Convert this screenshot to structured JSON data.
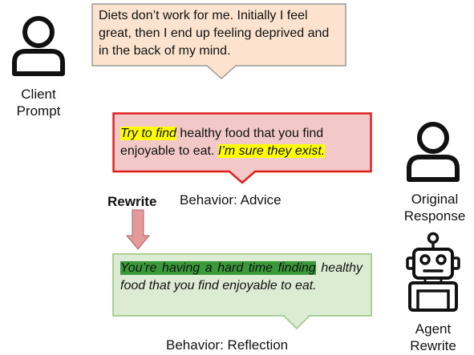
{
  "client": {
    "icon": "person-icon",
    "label_line1": "Client",
    "label_line2": "Prompt",
    "prompt_text": "Diets don’t work for me. Initially I feel great, then I end up feeling deprived and in the back of my mind."
  },
  "original": {
    "icon": "person-icon",
    "label_line1": "Original",
    "label_line2": "Response",
    "highlight1": "Try to find",
    "middle": " healthy food that you find enjoyable to eat. ",
    "highlight2": "I’m sure they exist.",
    "behavior": "Behavior: Advice"
  },
  "rewrite": {
    "label": "Rewrite",
    "arrow_color": "#e39a9a"
  },
  "agent": {
    "icon": "robot-icon",
    "label_line1": "Agent",
    "label_line2": "Rewrite",
    "highlight": "You’re having a hard time finding",
    "rest": " healthy food that you find enjoyable to eat.",
    "behavior": "Behavior: Reflection"
  },
  "colors": {
    "prompt_fill": "#fbe3cf",
    "advice_fill": "#f3c8c8",
    "advice_border": "#e02020",
    "reflection_fill": "#dcebd3",
    "reflection_border": "#a9cf97",
    "highlight_yellow": "#ffff00",
    "highlight_green": "#3a9a3a"
  }
}
